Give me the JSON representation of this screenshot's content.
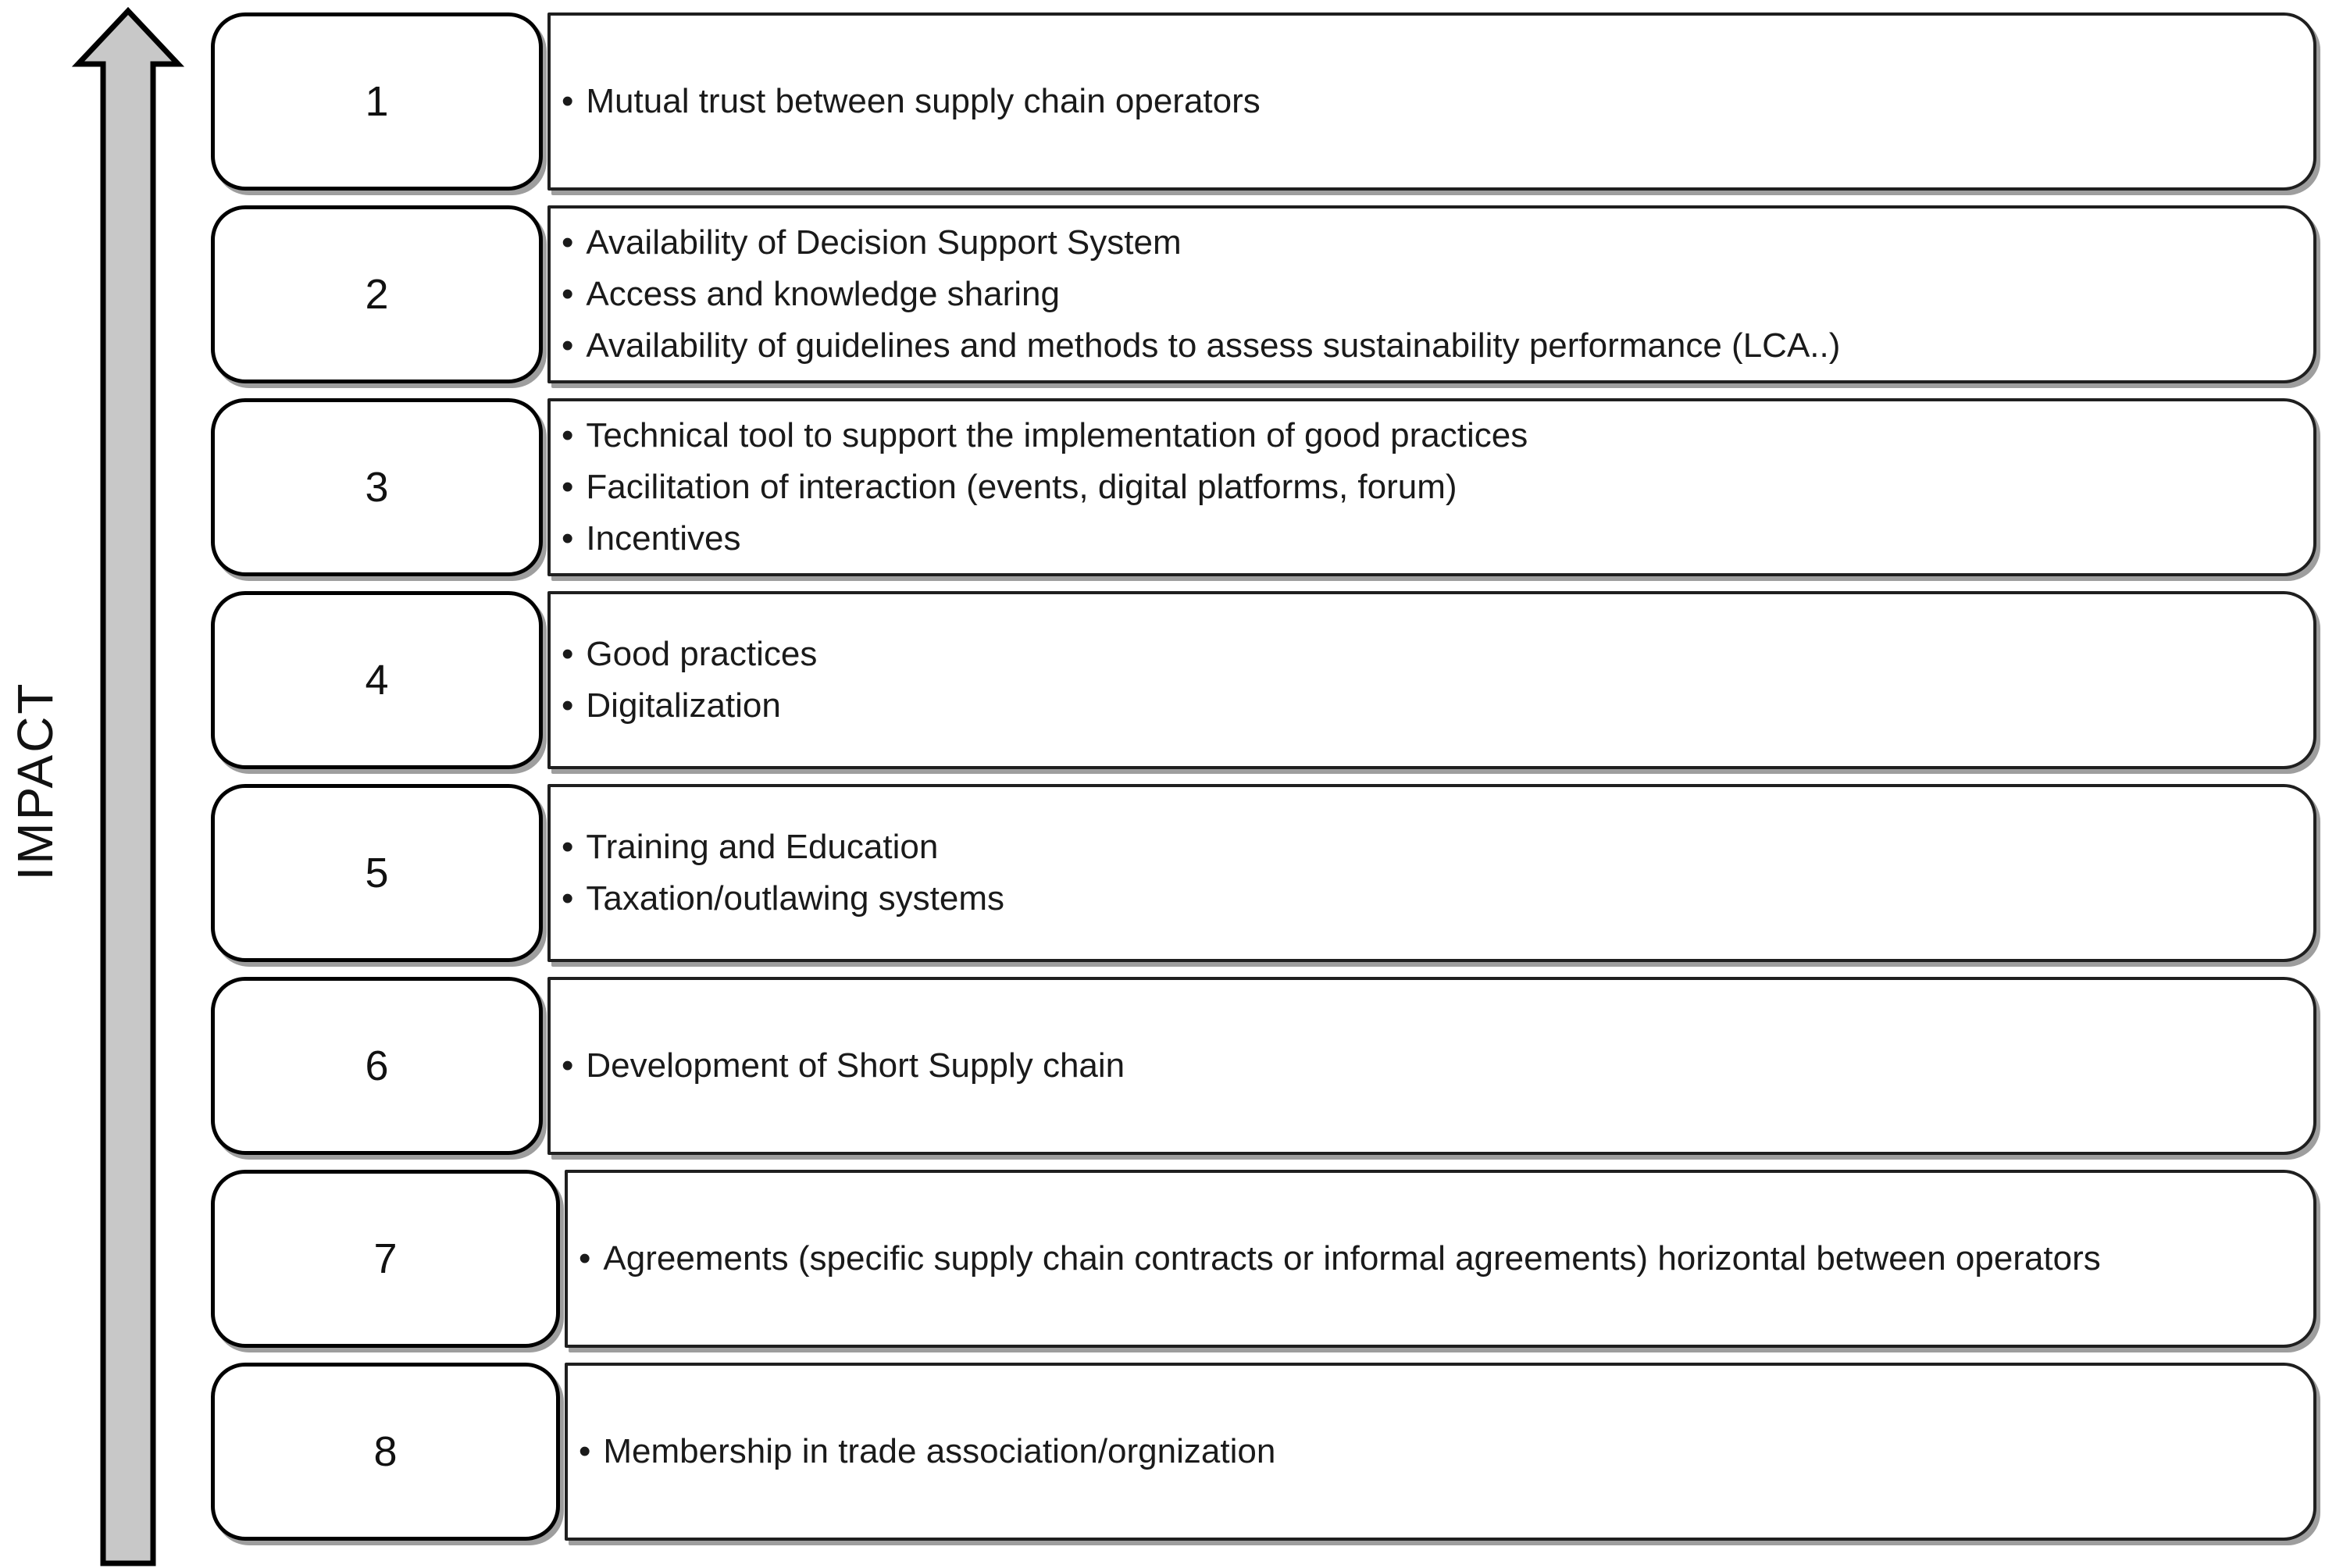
{
  "diagram": {
    "impact_label": "IMPACT",
    "bullet_glyph": "•",
    "rows": [
      {
        "number": "1",
        "items": [
          "Mutual trust between supply chain operators"
        ]
      },
      {
        "number": "2",
        "items": [
          "Availability of Decision Support System",
          "Access and knowledge sharing",
          "Availability of guidelines and methods to assess sustainability performance (LCA..)"
        ]
      },
      {
        "number": "3",
        "items": [
          "Technical tool to support the implementation of good practices",
          "Facilitation of interaction (events, digital platforms, forum)",
          "Incentives"
        ]
      },
      {
        "number": "4",
        "items": [
          "Good practices",
          "Digitalization"
        ]
      },
      {
        "number": "5",
        "items": [
          "Training and Education",
          "Taxation/outlawing systems"
        ]
      },
      {
        "number": "6",
        "items": [
          "Development of Short Supply chain"
        ]
      },
      {
        "number": "7",
        "items": [
          "Agreements (specific supply chain contracts or informal agreements) horizontal between operators"
        ]
      },
      {
        "number": "8",
        "items": [
          "Membership in trade association/orgnization"
        ]
      }
    ],
    "colors": {
      "arrow_fill": "#c8c8c8",
      "outline": "#000000",
      "box_fill": "#ffffff",
      "shadow": "#9b9b9b",
      "text": "#1a1a1a"
    }
  }
}
